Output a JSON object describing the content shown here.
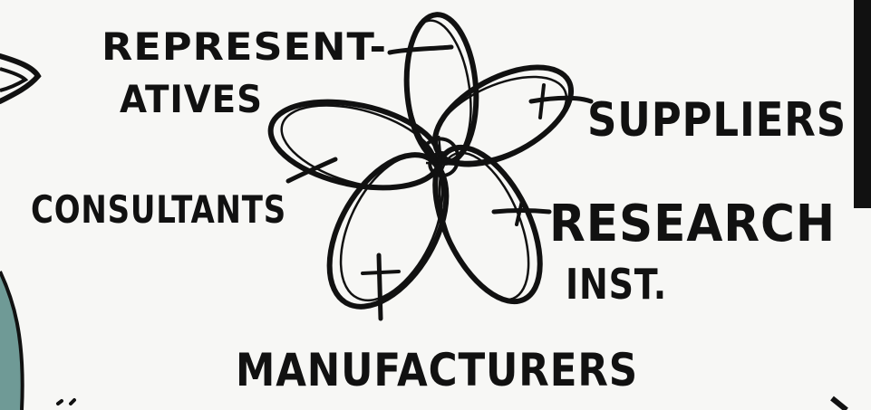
{
  "diagram": {
    "labels": {
      "representatives_line1": "REPRESENT-",
      "representatives_line2": "ATIVES",
      "suppliers": "SUPPLIERS",
      "consultants": "CONSULTANTS",
      "research_line1": "RESEARCH",
      "research_line2": "INST.",
      "manufacturers": "MANUFACTURERS"
    },
    "colors": {
      "ink": "#111111",
      "paper": "#f7f7f5",
      "teal_fragment": "#6f9a96"
    }
  }
}
